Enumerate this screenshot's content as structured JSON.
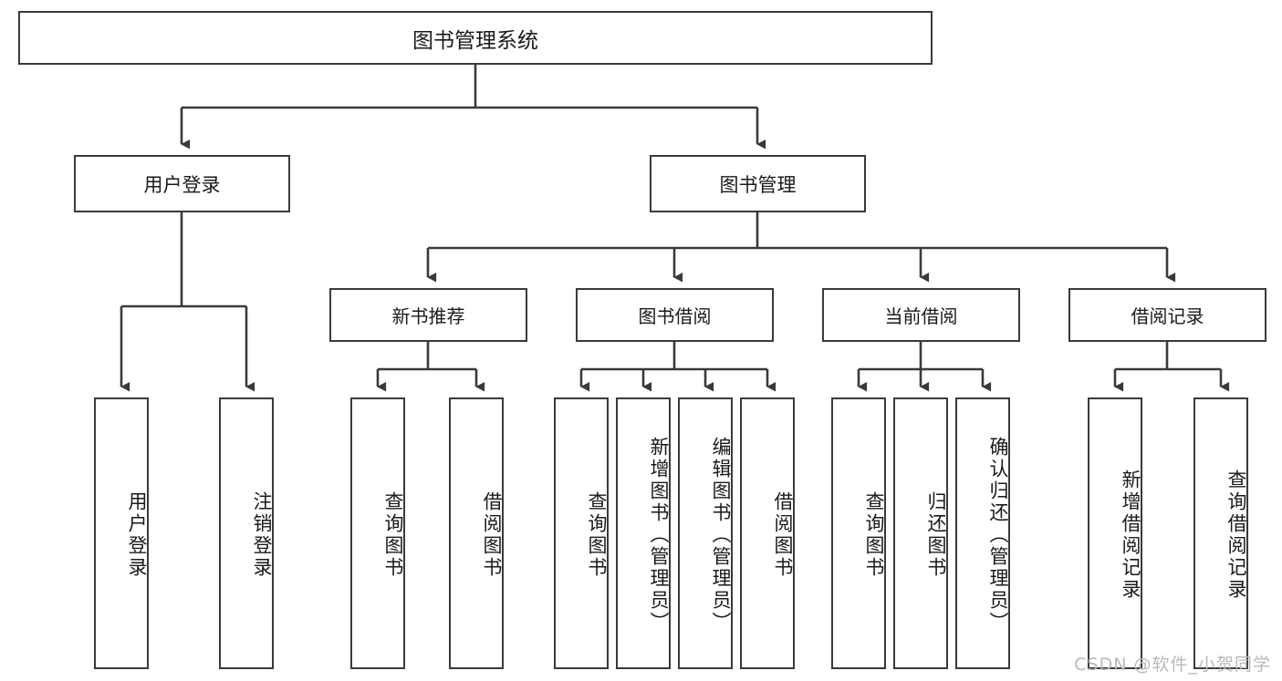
{
  "diagram": {
    "title": "图书管理系统",
    "type": "hierarchy-tree",
    "root": {
      "id": "root",
      "label": "图书管理系统"
    },
    "level2": [
      {
        "id": "user-login",
        "label": "用户登录"
      },
      {
        "id": "book-management",
        "label": "图书管理"
      }
    ],
    "level3": [
      {
        "id": "new-book-recommend",
        "label": "新书推荐"
      },
      {
        "id": "book-borrow",
        "label": "图书借阅"
      },
      {
        "id": "current-borrow",
        "label": "当前借阅"
      },
      {
        "id": "borrow-record",
        "label": "借阅记录"
      }
    ],
    "leaves": {
      "user_login": [
        {
          "id": "leaf-user-login",
          "label": "用户登录"
        },
        {
          "id": "leaf-logout-login",
          "label": "注销登录"
        }
      ],
      "new_book_recommend": [
        {
          "id": "leaf-query-book-1",
          "label": "查询图书"
        },
        {
          "id": "leaf-borrow-book-1",
          "label": "借阅图书"
        }
      ],
      "book_borrow": [
        {
          "id": "leaf-query-book-2",
          "label": "查询图书"
        },
        {
          "id": "leaf-add-book",
          "label": "新增图书（管理员）"
        },
        {
          "id": "leaf-edit-book",
          "label": "编辑图书（管理员）"
        },
        {
          "id": "leaf-borrow-book-2",
          "label": "借阅图书"
        }
      ],
      "current_borrow": [
        {
          "id": "leaf-query-book-3",
          "label": "查询图书"
        },
        {
          "id": "leaf-return-book",
          "label": "归还图书"
        },
        {
          "id": "leaf-confirm-return",
          "label": "确认归还（管理员）"
        }
      ],
      "borrow_record": [
        {
          "id": "leaf-add-record",
          "label": "新增借阅记录"
        },
        {
          "id": "leaf-query-record",
          "label": "查询借阅记录"
        }
      ]
    }
  },
  "watermark": {
    "text": "CSDN @软件_小贺同学"
  },
  "colors": {
    "stroke": "#3a3a3a",
    "background": "#ffffff",
    "text": "#1a1a1a",
    "watermark": "#b9b9b9"
  }
}
